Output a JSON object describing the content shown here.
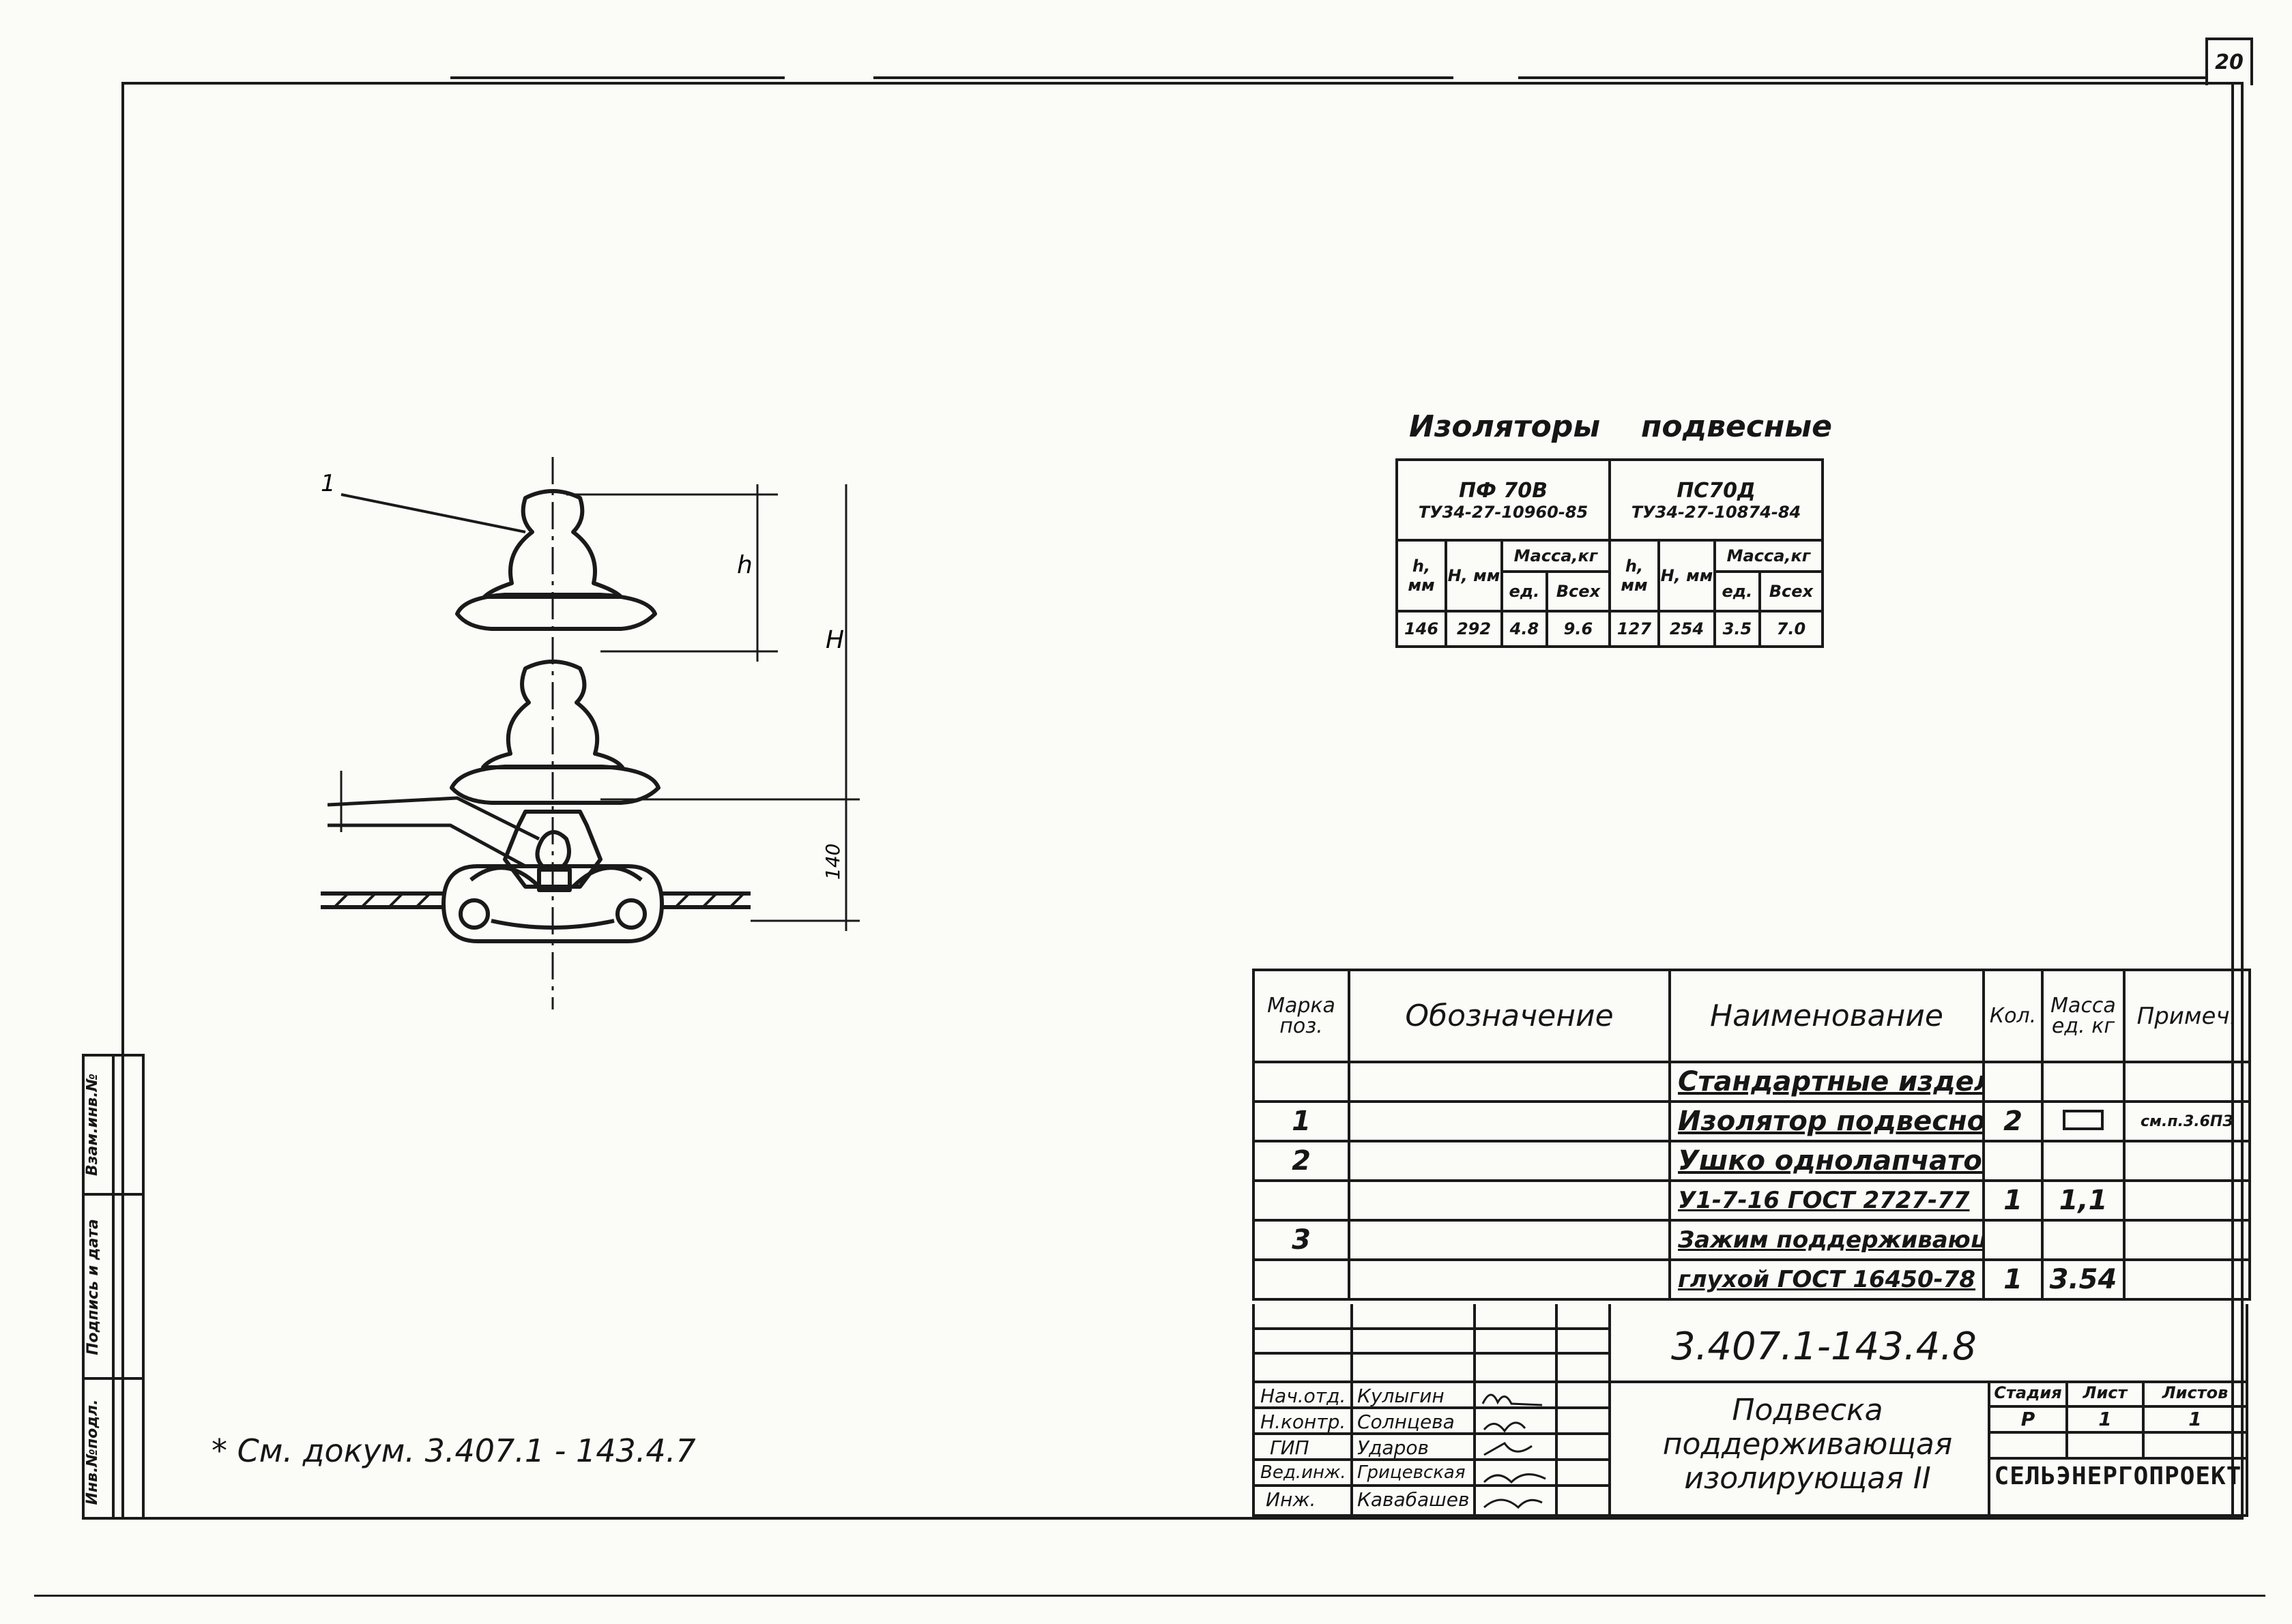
{
  "sheet_number": "20",
  "side_stamp": [
    "Инв.№подл.",
    "Подпись и дата",
    "Взам.инв.№"
  ],
  "drawing": {
    "callouts": {
      "part1": "1",
      "dim_h": "h",
      "dim_H": "H",
      "dim_140": "140"
    }
  },
  "insulators": {
    "title_left": "Изоляторы",
    "title_right": "подвесные",
    "models": [
      {
        "name": "ПФ 70В",
        "spec": "ТУ34-27-10960-85",
        "h": "146",
        "H": "292",
        "mass_unit": "4.8",
        "mass_total": "9.6"
      },
      {
        "name": "ПС70Д",
        "spec": "ТУ34-27-10874-84",
        "h": "127",
        "H": "254",
        "mass_unit": "3.5",
        "mass_total": "7.0"
      }
    ],
    "col_h": "h, мм",
    "col_H": "Н, мм",
    "col_mass": "Масса,кг",
    "col_unit": "ед.",
    "col_total": "Всех"
  },
  "spec": {
    "headers": {
      "mark": "Марка поз.",
      "designation": "Обозначение",
      "name": "Наименование",
      "qty": "Кол.",
      "mass": "Масса ед. кг",
      "note": "Примеч."
    },
    "rows": [
      {
        "mark": "",
        "designation": "",
        "name": "Стандартные изделия",
        "qty": "",
        "mass": "",
        "note": ""
      },
      {
        "mark": "1",
        "designation": "",
        "name": "Изолятор подвесной",
        "qty": "2",
        "mass": "",
        "note": "см.п.3.6ПЗ"
      },
      {
        "mark": "2",
        "designation": "",
        "name": "Ушко однолапчатое",
        "qty": "",
        "mass": "",
        "note": ""
      },
      {
        "mark": "",
        "designation": "",
        "name": "У1-7-16 ГОСТ 2727-77",
        "qty": "1",
        "mass": "1,1",
        "note": ""
      },
      {
        "mark": "3",
        "designation": "",
        "name": "Зажим поддерживающий",
        "qty": "",
        "mass": "",
        "note": ""
      },
      {
        "mark": "",
        "designation": "",
        "name": "глухой ГОСТ 16450-78",
        "qty": "1",
        "mass": "3.54",
        "note": ""
      }
    ]
  },
  "title_block": {
    "doc_code": "3.407.1-143.4.8",
    "roles": [
      {
        "role": "Нач.отд.",
        "name": "Кулыгин"
      },
      {
        "role": "Н.контр.",
        "name": "Солнцева"
      },
      {
        "role": "ГИП",
        "name": "Ударов"
      },
      {
        "role": "Вед.инж.",
        "name": "Грицевская"
      },
      {
        "role": "Инж.",
        "name": "Кавабашев"
      }
    ],
    "title_lines": [
      "Подвеска",
      "поддерживающая",
      "изолирующая II"
    ],
    "stage_label": "Стадия",
    "sheet_label": "Лист",
    "sheets_label": "Листов",
    "stage": "Р",
    "sheet": "1",
    "sheets": "1",
    "org": "СЕЛЬЭНЕРГОПРОЕКТ"
  },
  "footnote": "* См. докум. 3.407.1 - 143.4.7"
}
